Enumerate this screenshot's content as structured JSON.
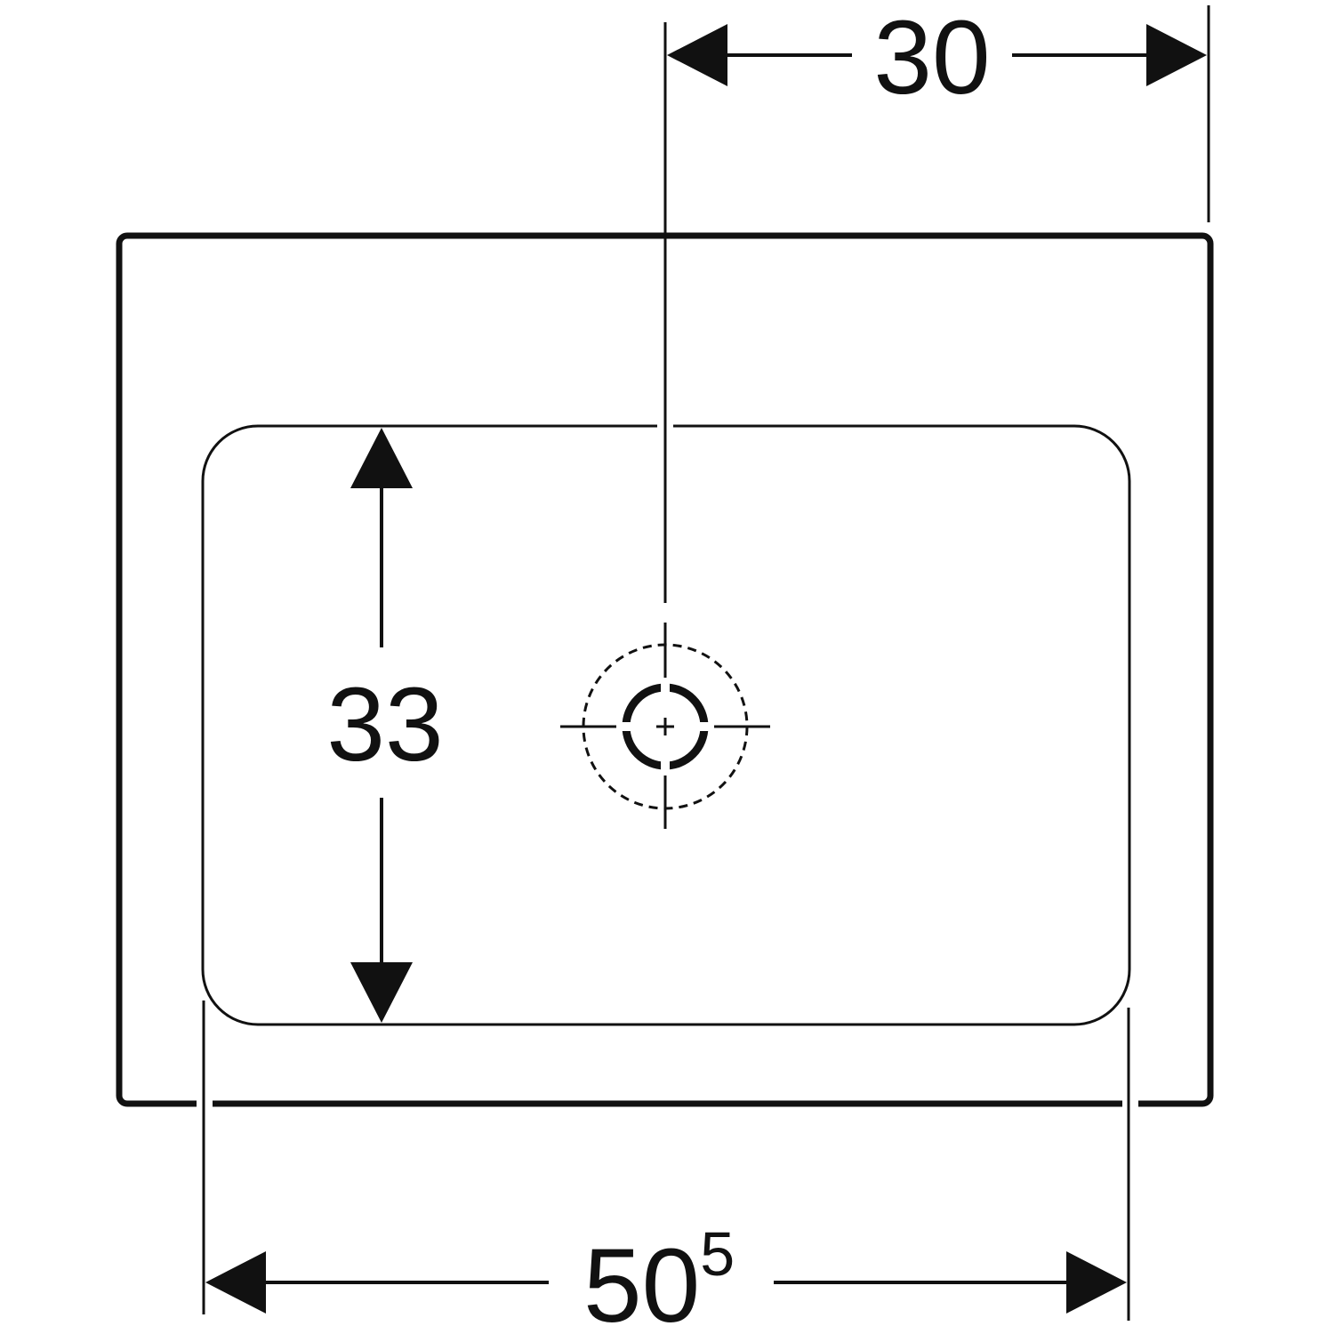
{
  "dimensions": {
    "top_width": {
      "value": "30"
    },
    "basin_depth": {
      "value": "33"
    },
    "bottom_width": {
      "main": "50",
      "superscript": "5"
    }
  },
  "colors": {
    "line": "#111111",
    "background": "#ffffff"
  },
  "icons": {
    "drain": "drain-crosshair-icon"
  }
}
